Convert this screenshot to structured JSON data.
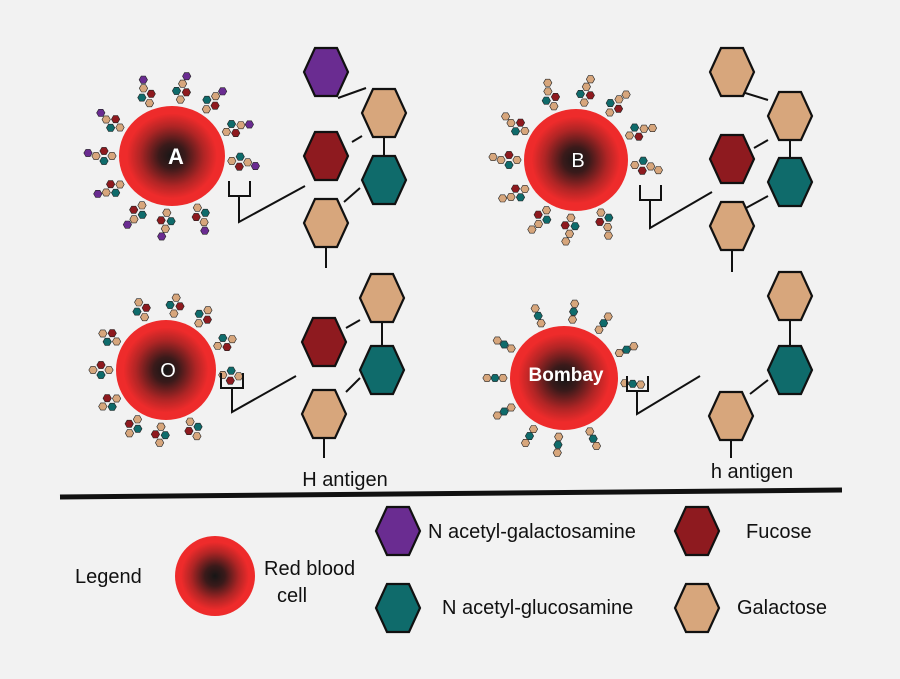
{
  "cells": [
    {
      "id": "A",
      "label": "A",
      "bold": true
    },
    {
      "id": "B",
      "label": "B",
      "bold": false
    },
    {
      "id": "O",
      "label": "O",
      "bold": false
    },
    {
      "id": "bombay",
      "label": "Bombay",
      "bold": true
    }
  ],
  "antigen_labels": {
    "h_upper": "H antigen",
    "h_lower": "h antigen"
  },
  "legend": {
    "title": "Legend",
    "rbc_line1": "Red blood",
    "rbc_line2": "cell",
    "galnac": "N acetyl-galactosamine",
    "fucose": "Fucose",
    "glcnac": "N acetyl-glucosamine",
    "galactose": "Galactose"
  },
  "colors": {
    "background": "#f2f2f2",
    "galnac": "#6a2c91",
    "fucose": "#8e1a1f",
    "glcnac": "#0f6b6b",
    "galactose": "#d7a67c",
    "cell_red": "#ee2b2b",
    "cell_center": "#1c1c1c"
  }
}
